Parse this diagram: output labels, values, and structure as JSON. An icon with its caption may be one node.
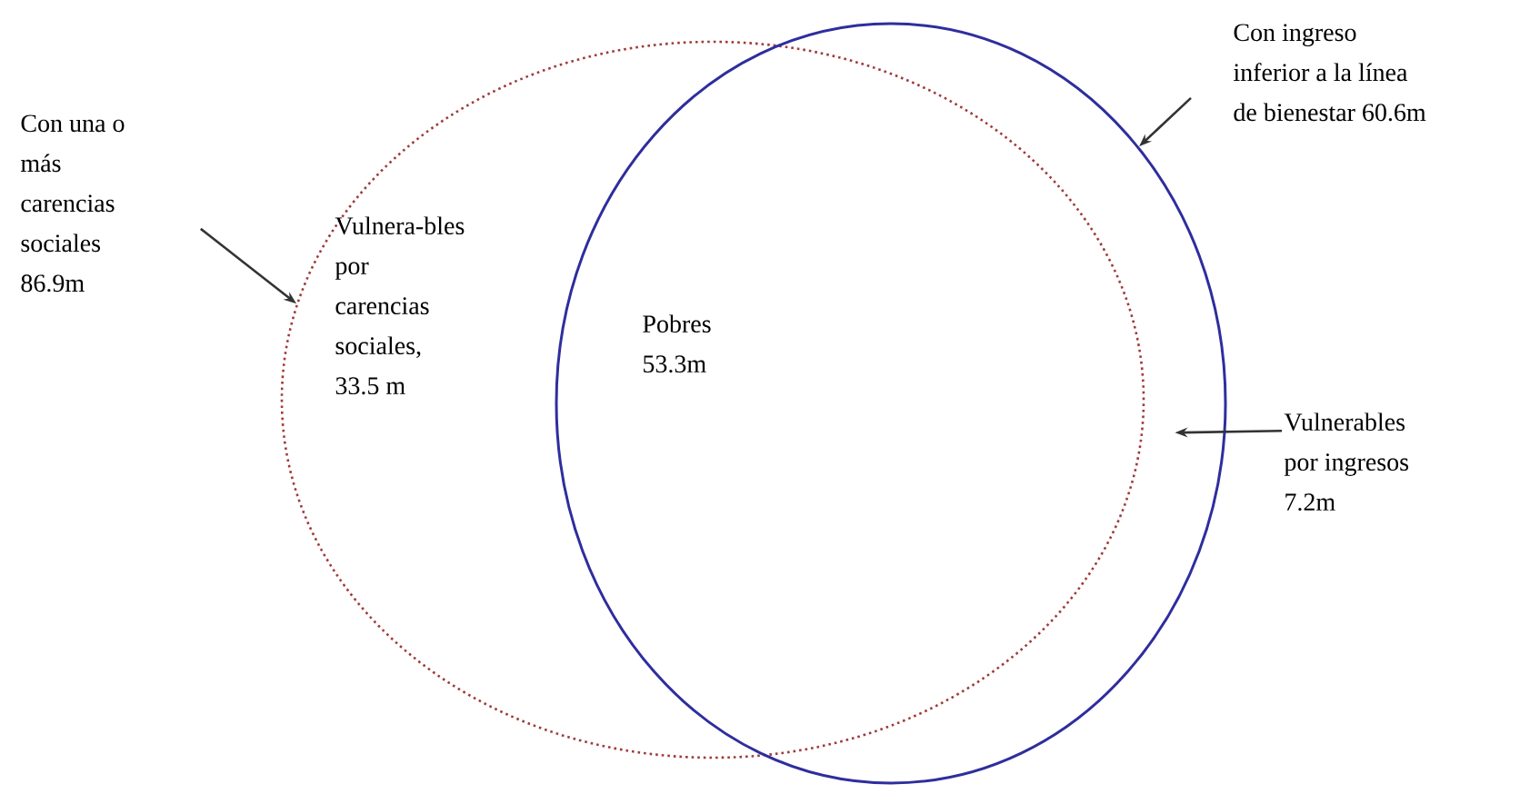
{
  "diagram": {
    "nodes": [
      {
        "text": [],
        "shape": "ellipse"
      },
      {
        "text": [],
        "shape": "ellipse"
      },
      {
        "text": [
          "Con una o más carencias sociales 86.9m"
        ]
      },
      {
        "text": [
          "Con ingreso inferior a la línea de bienestar 60.6m"
        ]
      },
      {
        "text": [
          "Vulnerables por ingresos 7.2m"
        ]
      }
    ],
    "edges": [
      {
        "from": 2,
        "to": 0,
        "arrow": "to"
      },
      {
        "from": 3,
        "to": 1,
        "arrow": "to"
      },
      {
        "from": 4,
        "to": 1,
        "arrow": "to"
      }
    ],
    "labels": [
      "Vulnera-bles por carencias sociales, 33.5 m",
      "Pobres 53.3m"
    ]
  }
}
